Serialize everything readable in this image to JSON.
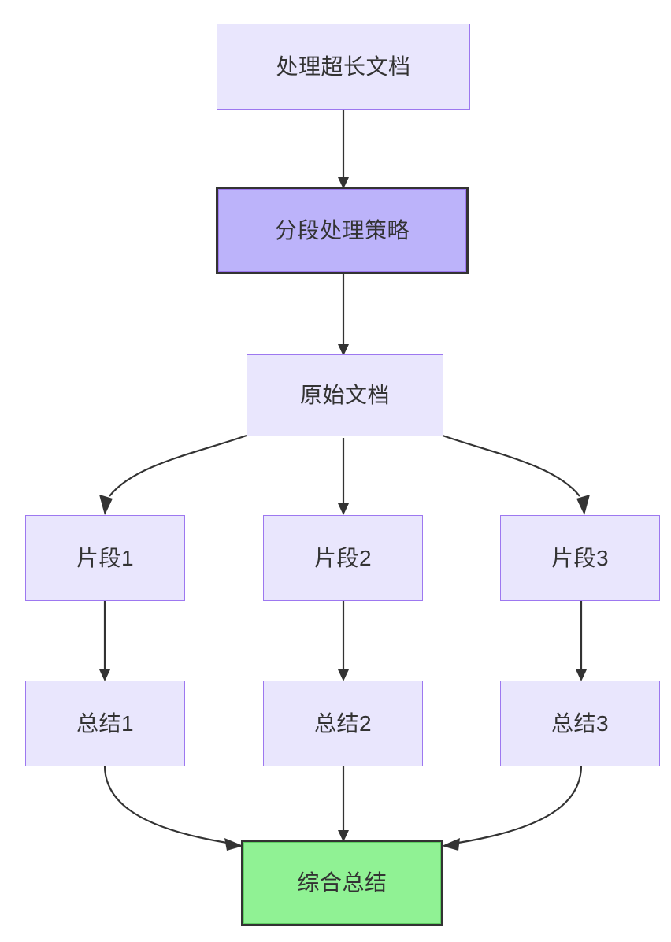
{
  "diagram": {
    "type": "flowchart",
    "direction": "top-down",
    "background_color": "#ffffff",
    "title_text": "",
    "palette": {
      "node_fill_default": "#e9e6fd",
      "node_border_default": "#9d78f0",
      "node_fill_highlight": "#bcb3fa",
      "node_fill_final": "#90f294",
      "node_border_thick": "#333333",
      "edge_color": "#333333",
      "text_color": "#333333"
    },
    "nodes": [
      {
        "id": "n1",
        "label": "处理超长文档",
        "style": "default"
      },
      {
        "id": "n2",
        "label": "分段处理策略",
        "style": "strategy"
      },
      {
        "id": "n3",
        "label": "原始文档",
        "style": "default"
      },
      {
        "id": "n4",
        "label": "片段1",
        "style": "default"
      },
      {
        "id": "n5",
        "label": "片段2",
        "style": "default"
      },
      {
        "id": "n6",
        "label": "片段3",
        "style": "default"
      },
      {
        "id": "n7",
        "label": "总结1",
        "style": "default"
      },
      {
        "id": "n8",
        "label": "总结2",
        "style": "default"
      },
      {
        "id": "n9",
        "label": "总结3",
        "style": "default"
      },
      {
        "id": "n10",
        "label": "综合总结",
        "style": "final"
      }
    ],
    "edges": [
      {
        "from": "n1",
        "to": "n2",
        "label": ""
      },
      {
        "from": "n2",
        "to": "n3",
        "label": ""
      },
      {
        "from": "n3",
        "to": "n4",
        "label": ""
      },
      {
        "from": "n3",
        "to": "n5",
        "label": ""
      },
      {
        "from": "n3",
        "to": "n6",
        "label": ""
      },
      {
        "from": "n4",
        "to": "n7",
        "label": ""
      },
      {
        "from": "n5",
        "to": "n8",
        "label": ""
      },
      {
        "from": "n6",
        "to": "n9",
        "label": ""
      },
      {
        "from": "n7",
        "to": "n10",
        "label": ""
      },
      {
        "from": "n8",
        "to": "n10",
        "label": ""
      },
      {
        "from": "n9",
        "to": "n10",
        "label": ""
      }
    ]
  }
}
